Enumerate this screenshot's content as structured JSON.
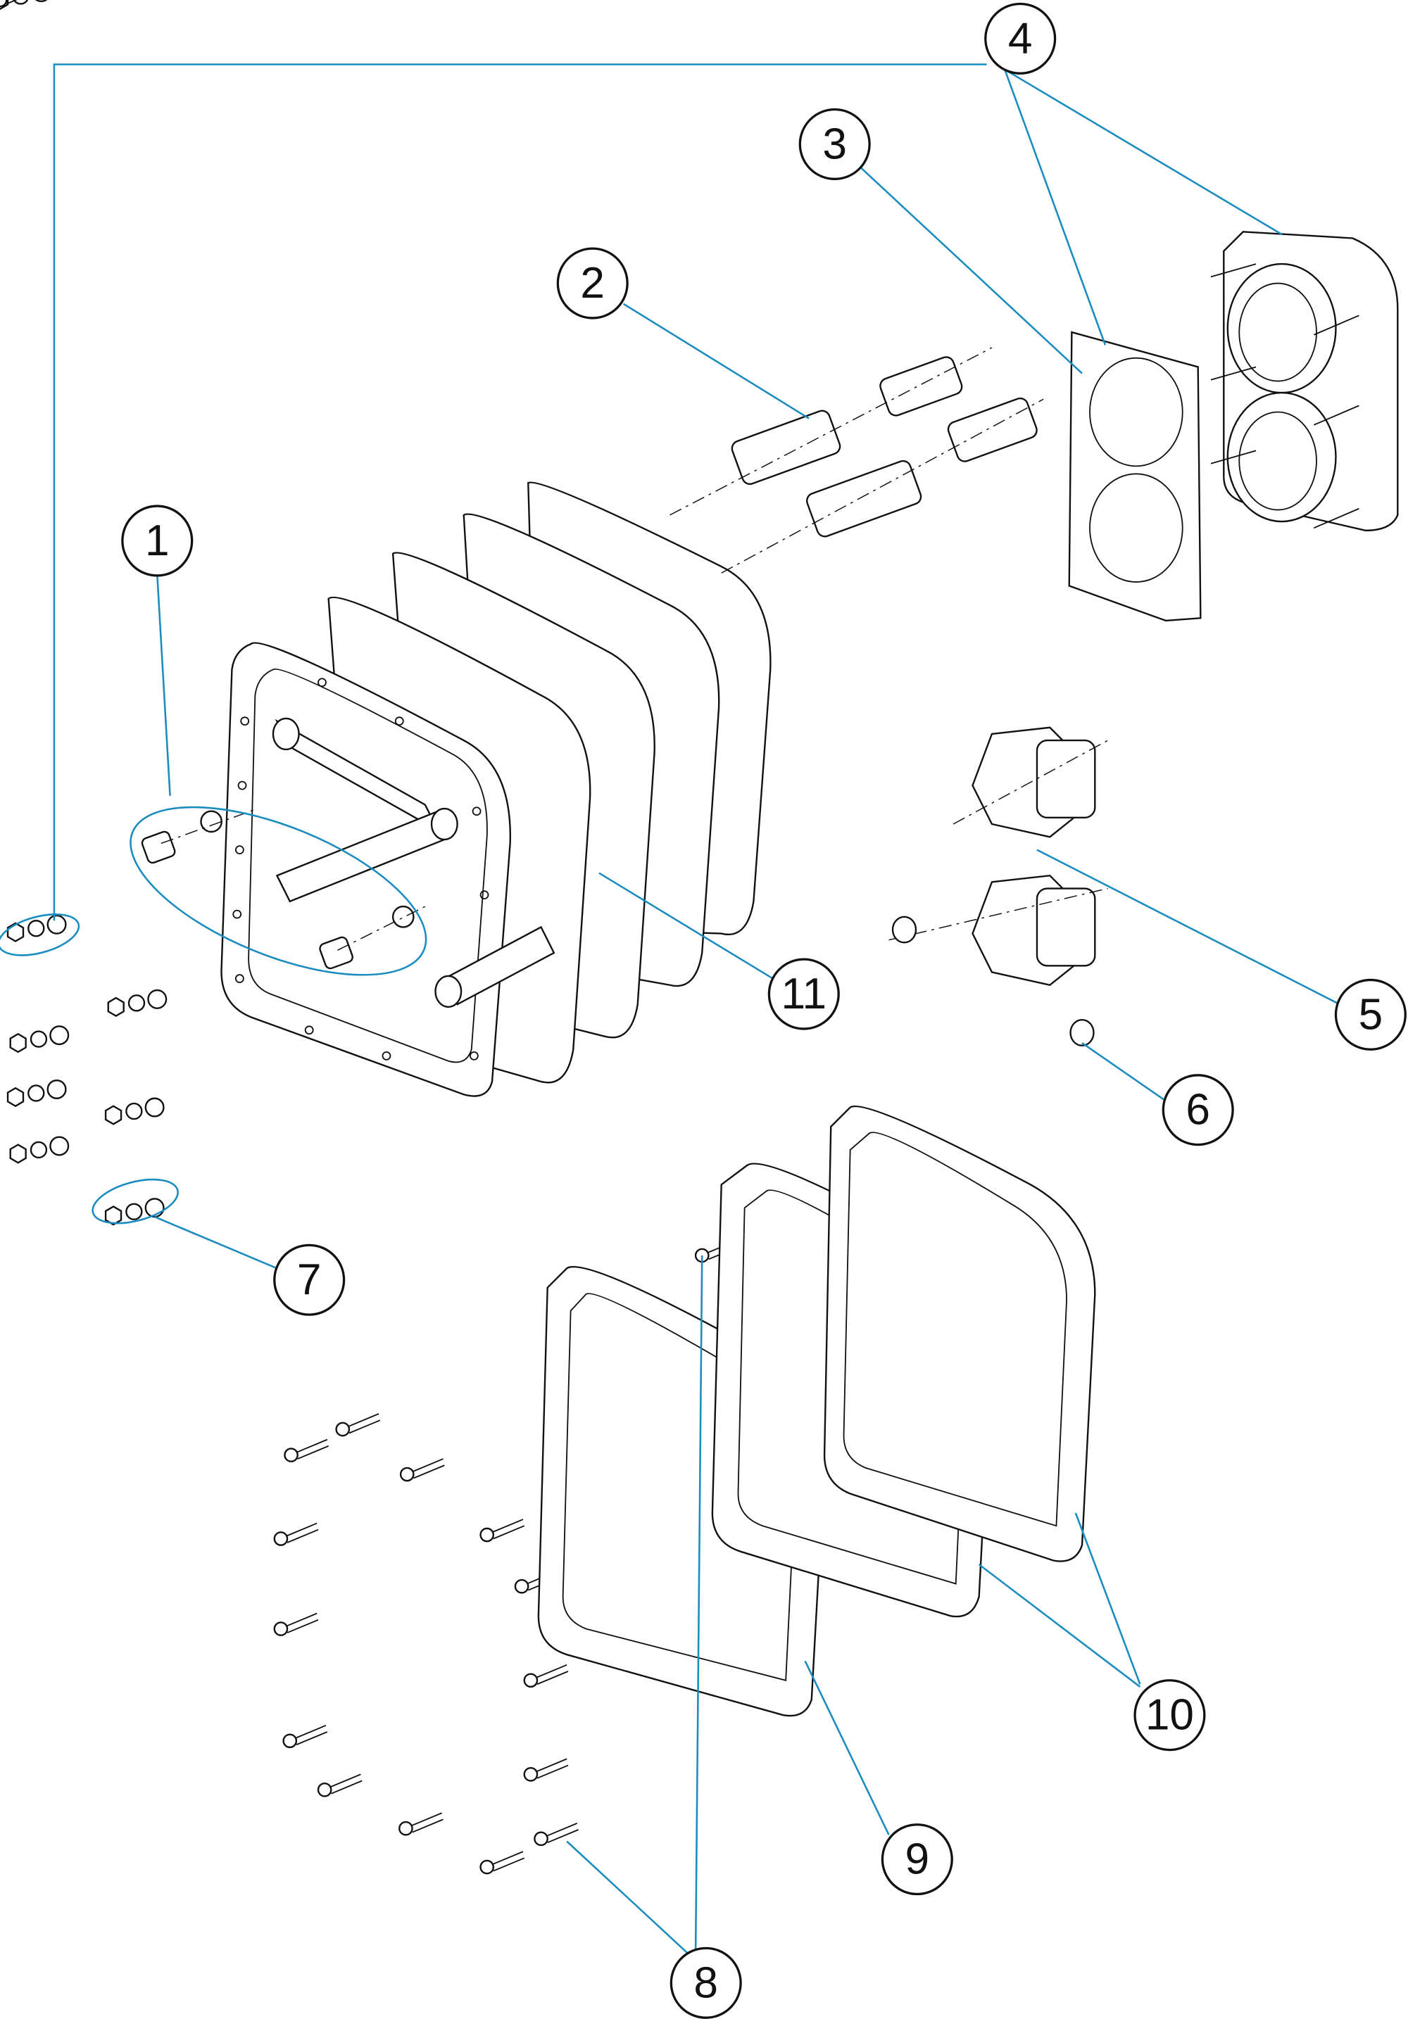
{
  "diagram": {
    "type": "exploded-parts-view",
    "callouts": [
      "1",
      "2",
      "3",
      "4",
      "5",
      "6",
      "7",
      "8",
      "9",
      "10",
      "11"
    ],
    "colors": {
      "leader_line": "#1a8cc0",
      "outline": "#111111"
    }
  }
}
